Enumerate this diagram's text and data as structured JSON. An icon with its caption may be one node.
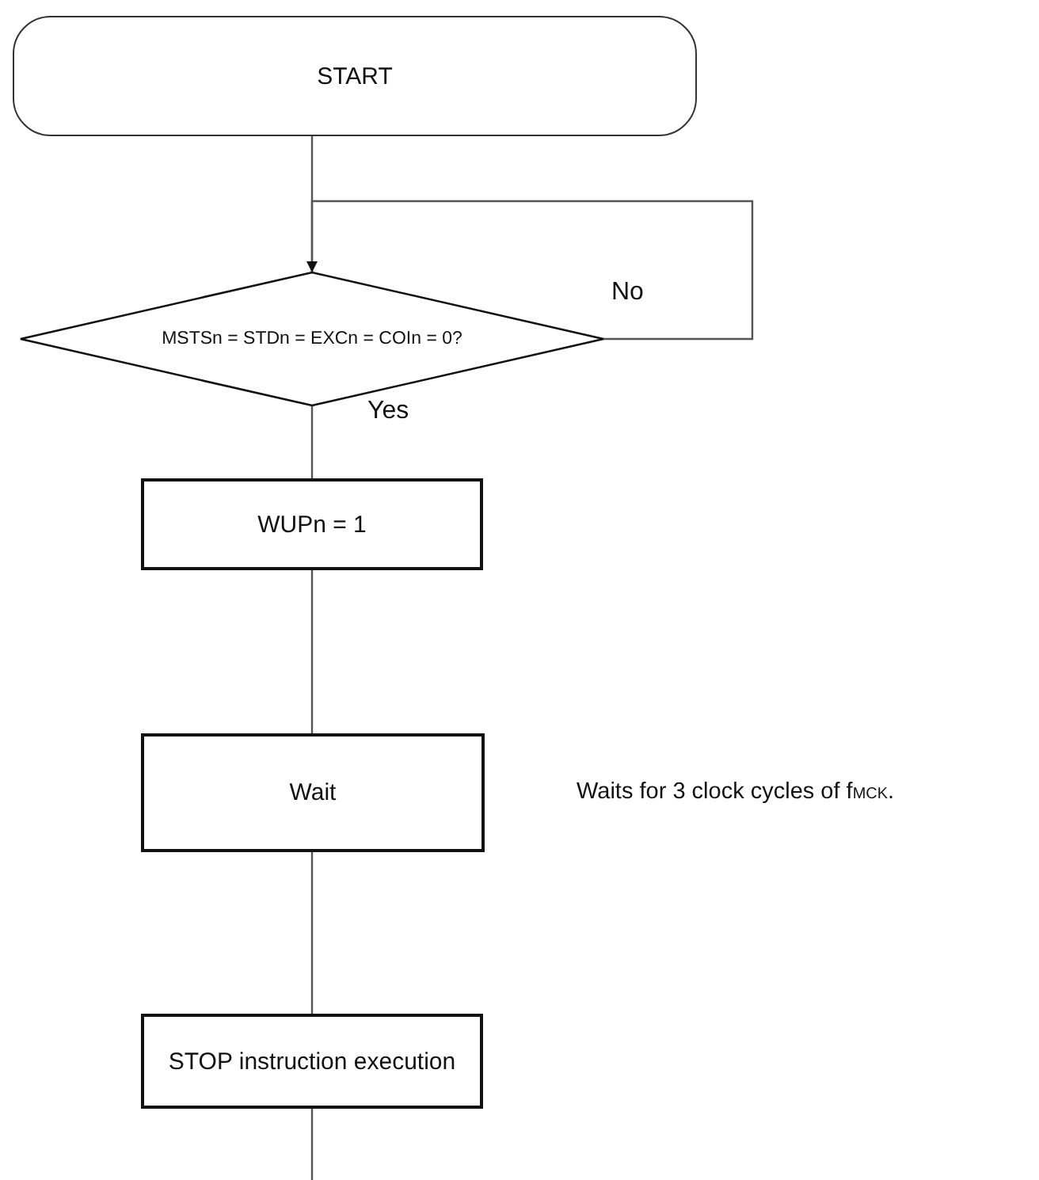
{
  "diagram": {
    "nodes": [
      {
        "text": [
          "START"
        ]
      },
      {
        "text": [
          "MSTSn = STDn = EXCn = COIn = 0?"
        ]
      },
      {
        "text": [
          "WUPn = 1"
        ]
      },
      {
        "text": [
          "Wait"
        ],
        "beside": [
          "Waits for 3 clock cycles of f$_{MCK}$."
        ]
      },
      {
        "text": [
          "STOP instruction execution"
        ]
      }
    ],
    "edges": [
      {
        "from": 0,
        "to": 1,
        "arrow": "none"
      },
      {
        "from": 1,
        "to": 1,
        "arrow": "to",
        "label": "No"
      },
      {
        "from": 1,
        "to": 2,
        "arrow": "none",
        "label": "Yes"
      },
      {
        "from": 2,
        "to": 3,
        "arrow": "none"
      },
      {
        "from": 3,
        "to": 4,
        "arrow": "none"
      },
      {
        "from": 4,
        "to": null,
        "arrow": "none"
      }
    ]
  }
}
